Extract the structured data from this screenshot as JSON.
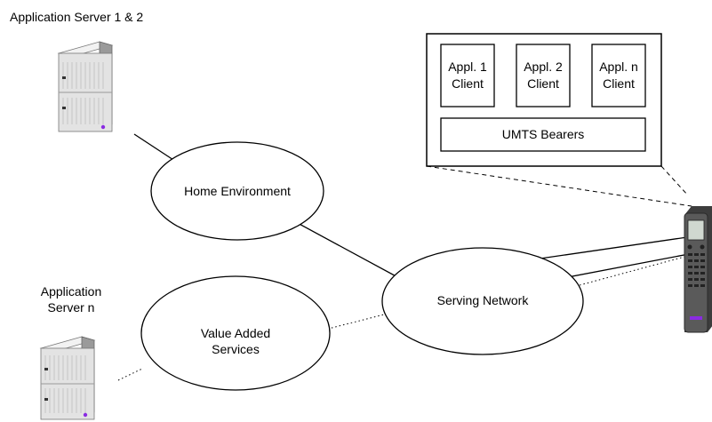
{
  "servers": {
    "top_label": "Application Server 1 & 2",
    "bottom_label_line1": "Application",
    "bottom_label_line2": "Server n"
  },
  "ellipses": {
    "home": "Home Environment",
    "serving": "Serving Network",
    "vas_line1": "Value Added",
    "vas_line2": "Services"
  },
  "terminal": {
    "clients": [
      {
        "line1": "Appl. 1",
        "line2": "Client"
      },
      {
        "line1": "Appl. 2",
        "line2": "Client"
      },
      {
        "line1": "Appl. n",
        "line2": "Client"
      }
    ],
    "bearers": "UMTS Bearers"
  },
  "colors": {
    "server_light": "#e6e6e6",
    "server_dark": "#8c8c8c",
    "phone_body": "#5a5a5a",
    "phone_screen": "#d0d8d0",
    "phone_led": "#8a2be2"
  }
}
